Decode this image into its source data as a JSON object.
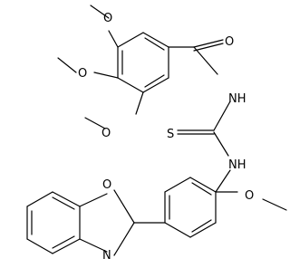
{
  "diagram": {
    "type": "chemical-structure",
    "atoms": {
      "o_top": "O",
      "o_methoxy_left": "O",
      "o_methoxy_bottom": "O",
      "o_carbonyl": "O",
      "nh_amide": "NH",
      "s_thio": "S",
      "nh_aryl": "NH",
      "o_methoxy_aryl": "O",
      "o_oxazole": "O",
      "n_oxazole": "N"
    }
  }
}
